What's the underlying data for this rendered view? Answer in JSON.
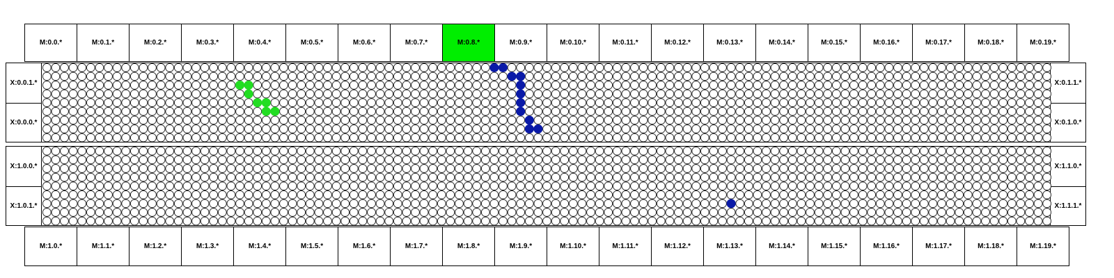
{
  "colors": {
    "highlight": "#00ee00",
    "path_green": "#22dd22",
    "path_blue": "#0a1aa8",
    "cell_outline": "#000000",
    "cell_fill": "#ffffff"
  },
  "top_row": {
    "labels": [
      "M:0.0.*",
      "M:0.1.*",
      "M:0.2.*",
      "M:0.3.*",
      "M:0.4.*",
      "M:0.5.*",
      "M:0.6.*",
      "M:0.7.*",
      "M:0.8.*",
      "M:0.9.*",
      "M:0.10.*",
      "M:0.11.*",
      "M:0.12.*",
      "M:0.13.*",
      "M:0.14.*",
      "M:0.15.*",
      "M:0.16.*",
      "M:0.17.*",
      "M:0.18.*",
      "M:0.19.*"
    ],
    "highlighted_index": 8
  },
  "bottom_row": {
    "labels": [
      "M:1.0.*",
      "M:1.1.*",
      "M:1.2.*",
      "M:1.3.*",
      "M:1.4.*",
      "M:1.5.*",
      "M:1.6.*",
      "M:1.7.*",
      "M:1.8.*",
      "M:1.9.*",
      "M:1.10.*",
      "M:1.11.*",
      "M:1.12.*",
      "M:1.13.*",
      "M:1.14.*",
      "M:1.15.*",
      "M:1.16.*",
      "M:1.17.*",
      "M:1.18.*",
      "M:1.19.*"
    ],
    "highlighted_index": null
  },
  "panels": [
    {
      "name": "panel-0",
      "left_labels": [
        "X:0.0.1.*",
        "X:0.0.0.*"
      ],
      "right_labels": [
        "X:0.1.1.*",
        "X:0.1.0.*"
      ],
      "grid": {
        "cols": 115,
        "rows": 9
      },
      "green_cells": [
        [
          22,
          2
        ],
        [
          23,
          2
        ],
        [
          23,
          3
        ],
        [
          24,
          4
        ],
        [
          25,
          4
        ],
        [
          25,
          5
        ],
        [
          26,
          5
        ]
      ],
      "blue_cells": [
        [
          51,
          0
        ],
        [
          52,
          0
        ],
        [
          53,
          1
        ],
        [
          54,
          1
        ],
        [
          54,
          2
        ],
        [
          54,
          3
        ],
        [
          54,
          4
        ],
        [
          54,
          5
        ],
        [
          55,
          6
        ],
        [
          55,
          7
        ],
        [
          56,
          7
        ]
      ]
    },
    {
      "name": "panel-1",
      "left_labels": [
        "X:1.0.0.*",
        "X:1.0.1.*"
      ],
      "right_labels": [
        "X:1.1.0.*",
        "X:1.1.1.*"
      ],
      "grid": {
        "cols": 115,
        "rows": 9
      },
      "green_cells": [],
      "blue_cells": [
        [
          78,
          6
        ]
      ]
    }
  ]
}
